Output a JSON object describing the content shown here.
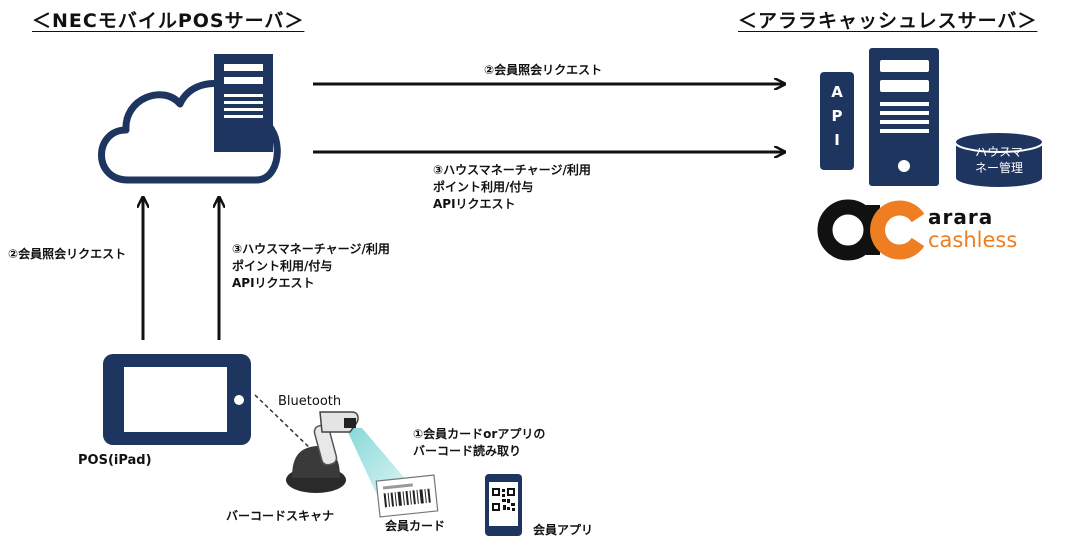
{
  "titles": {
    "left": "＜NECモバイルPOSサーバ＞",
    "right": "＜アララキャッシュレスサーバ＞"
  },
  "arrows": {
    "top_request": "②会員照会リクエスト",
    "mid_request": [
      "③ハウスマネーチャージ/利用",
      "ポイント利用/付与",
      "APIリクエスト"
    ],
    "left_vertical": "②会員照会リクエスト",
    "right_vertical": [
      "③ハウスマネーチャージ/利用",
      "ポイント利用/付与",
      "APIリクエスト"
    ]
  },
  "server": {
    "api_letters": [
      "A",
      "P",
      "I"
    ],
    "db_label": [
      "ハウスマ",
      "ネー管理"
    ]
  },
  "logo": {
    "mark": "ac",
    "line1": "arara",
    "line2": "cashless"
  },
  "devices": {
    "pos": "POS(iPad)",
    "bluetooth": "Bluetooth",
    "scan_step": [
      "①会員カードorアプリの",
      "バーコード読み取り"
    ],
    "scanner": "バーコードスキャナ",
    "card": "会員カード",
    "app": "会員アプリ"
  },
  "colors": {
    "navy": "#1e3560",
    "orange": "#ef7d22",
    "beam": "#7fd6d6",
    "black": "#111111"
  }
}
